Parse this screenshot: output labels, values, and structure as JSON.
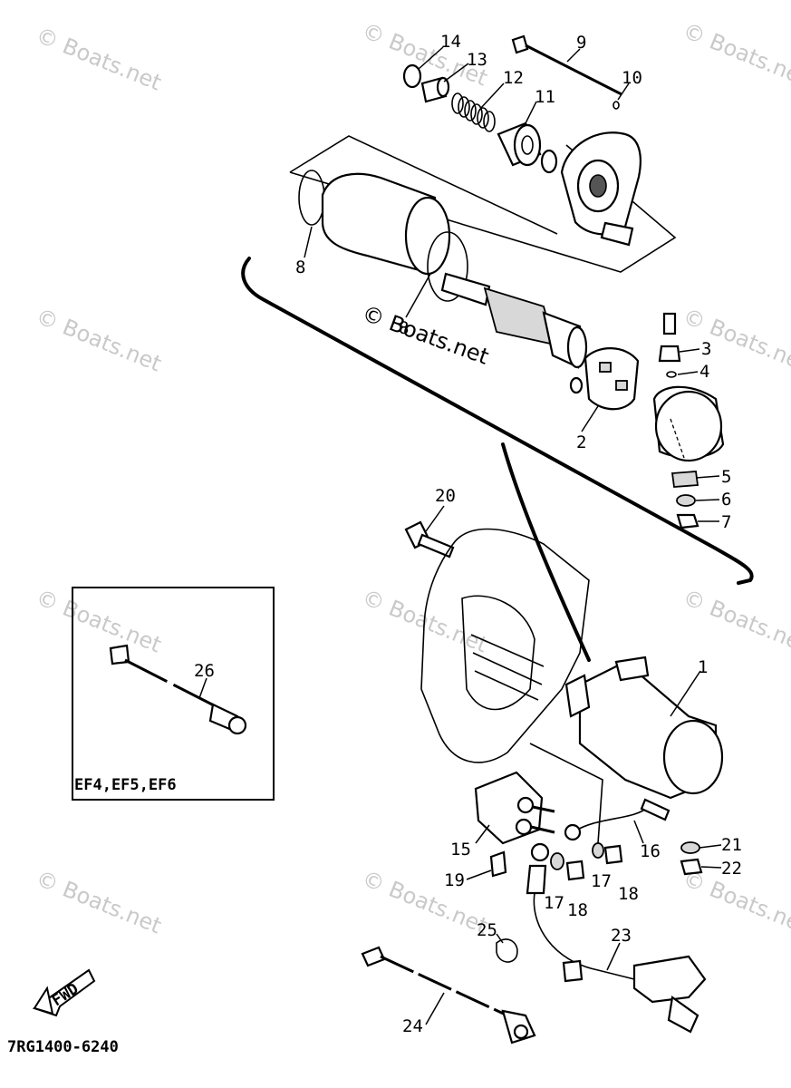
{
  "diagram": {
    "drawing_code": "7RG1400-6240",
    "inset_models": "EF4,EF5,EF6",
    "direction_arrow": "FWD",
    "watermark": "© Boats.net",
    "center_watermark": "© Boats.net",
    "parts": [
      {
        "ref": "1"
      },
      {
        "ref": "2"
      },
      {
        "ref": "3"
      },
      {
        "ref": "4"
      },
      {
        "ref": "5"
      },
      {
        "ref": "6"
      },
      {
        "ref": "7"
      },
      {
        "ref": "8"
      },
      {
        "ref": "8"
      },
      {
        "ref": "9"
      },
      {
        "ref": "10"
      },
      {
        "ref": "11"
      },
      {
        "ref": "12"
      },
      {
        "ref": "13"
      },
      {
        "ref": "14"
      },
      {
        "ref": "15"
      },
      {
        "ref": "16"
      },
      {
        "ref": "17"
      },
      {
        "ref": "17"
      },
      {
        "ref": "18"
      },
      {
        "ref": "18"
      },
      {
        "ref": "19"
      },
      {
        "ref": "20"
      },
      {
        "ref": "21"
      },
      {
        "ref": "22"
      },
      {
        "ref": "23"
      },
      {
        "ref": "24"
      },
      {
        "ref": "25"
      },
      {
        "ref": "26"
      }
    ]
  }
}
